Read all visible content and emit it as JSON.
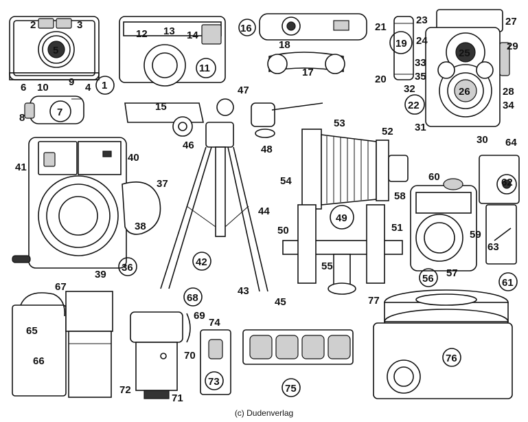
{
  "credit": "(c) Dudenverlag",
  "labels": {
    "n1": "1",
    "n2": "2",
    "n3": "3",
    "n4": "4",
    "n5": "5",
    "n6": "6",
    "n7": "7",
    "n8": "8",
    "n9": "9",
    "n10": "10",
    "n11": "11",
    "n12": "12",
    "n13": "13",
    "n14": "14",
    "n15": "15",
    "n16": "16",
    "n17": "17",
    "n18": "18",
    "n19": "19",
    "n20": "20",
    "n21": "21",
    "n22": "22",
    "n23": "23",
    "n24": "24",
    "n25": "25",
    "n26": "26",
    "n27": "27",
    "n28": "28",
    "n29": "29",
    "n30": "30",
    "n31": "31",
    "n32": "32",
    "n33": "33",
    "n34": "34",
    "n35": "35",
    "n36": "36",
    "n37": "37",
    "n38": "38",
    "n39": "39",
    "n40": "40",
    "n41": "41",
    "n42": "42",
    "n43": "43",
    "n44": "44",
    "n45": "45",
    "n46": "46",
    "n47": "47",
    "n48": "48",
    "n49": "49",
    "n50": "50",
    "n51": "51",
    "n52": "52",
    "n53": "53",
    "n54": "54",
    "n55": "55",
    "n56": "56",
    "n57": "57",
    "n58": "58",
    "n59": "59",
    "n60": "60",
    "n61": "61",
    "n62": "62",
    "n63": "63",
    "n64": "64",
    "n65": "65",
    "n66": "66",
    "n67": "67",
    "n68": "68",
    "n69": "69",
    "n70": "70",
    "n71": "71",
    "n72": "72",
    "n73": "73",
    "n74": "74",
    "n75": "75",
    "n76": "76",
    "n77": "77"
  }
}
